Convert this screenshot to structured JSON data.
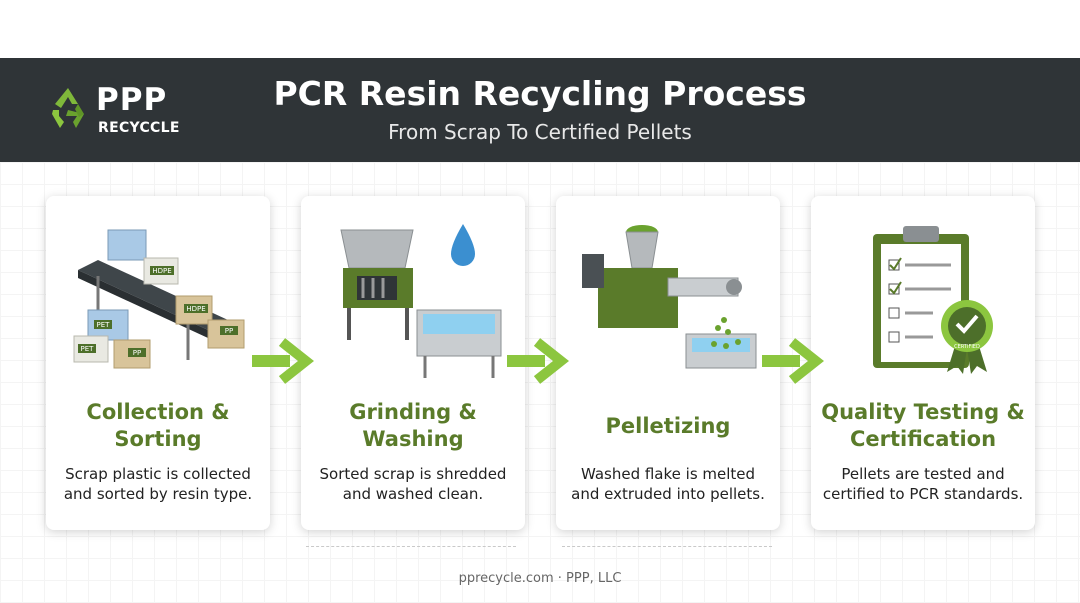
{
  "brand": {
    "name": "PPP",
    "sub": "RECYCCLE"
  },
  "header": {
    "title": "PCR Resin Recycling Process",
    "subtitle": "From Scrap To Certified Pellets"
  },
  "steps": [
    {
      "title": "Collection & Sorting",
      "description": "Scrap plastic is collected and sorted by resin type.",
      "icon": "conveyor-bales-icon"
    },
    {
      "title": "Grinding & Washing",
      "description": "Sorted scrap is shredded and washed clean.",
      "icon": "shredder-wash-tank-icon"
    },
    {
      "title": "Pelletizing",
      "description": "Washed flake is melted and extruded into pellets.",
      "icon": "extruder-icon"
    },
    {
      "title": "Quality Testing & Certification",
      "description": "Pellets are tested and certified to PCR standards.",
      "icon": "clipboard-certified-icon"
    }
  ],
  "illustration_labels": {
    "bale_labels": [
      "HDPE",
      "HDPE",
      "PET",
      "PP",
      "PET",
      "PP"
    ],
    "seal_text": "CERTIFIED"
  },
  "footer": {
    "text": "pprecycle.com · PPP, LLC"
  },
  "colors": {
    "header_bg": "#2f3437",
    "accent_green": "#5a7b2a",
    "arrow_green": "#8cc63f"
  }
}
